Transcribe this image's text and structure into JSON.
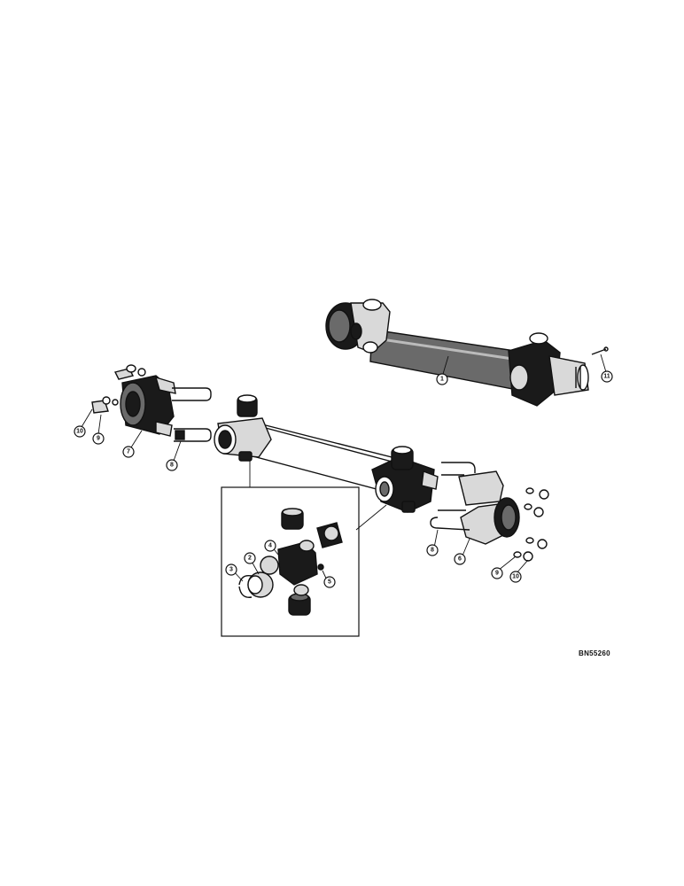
{
  "drawing": {
    "reference_code": "BN55260",
    "callouts": {
      "c1": "1",
      "c2": "2",
      "c3": "3",
      "c4": "4",
      "c5": "5",
      "c6": "6",
      "c7": "7",
      "c8": "8",
      "c9": "9",
      "c10": "10",
      "c11": "11",
      "c7b": "7",
      "c8b": "8",
      "c9b": "9",
      "c10b": "10"
    }
  }
}
